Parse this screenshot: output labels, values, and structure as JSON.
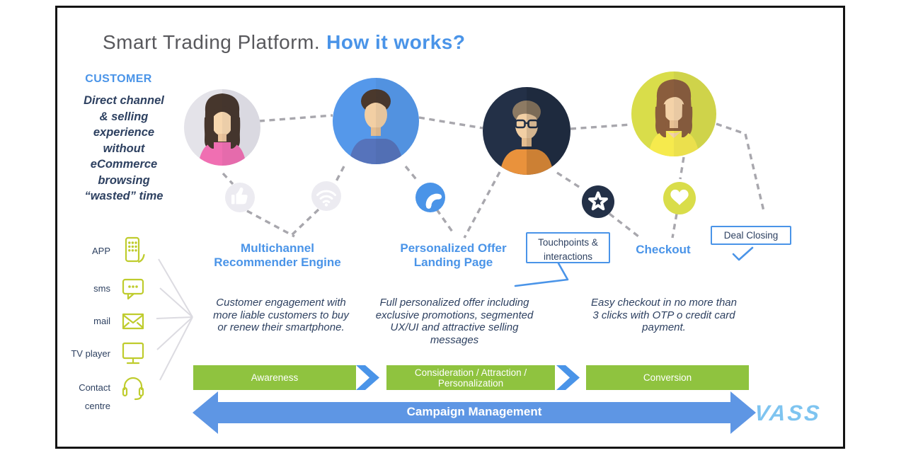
{
  "title": {
    "main": "Smart Trading Platform.",
    "accent": "How it works?"
  },
  "customer": {
    "heading": "CUSTOMER",
    "description_lines": [
      "Direct channel",
      "& selling",
      "experience",
      "without",
      "eCommerce",
      "browsing",
      "“wasted” time"
    ]
  },
  "channels": [
    {
      "label_lines": [
        "APP"
      ],
      "icon": "app-phone-icon"
    },
    {
      "label_lines": [
        "sms"
      ],
      "icon": "sms-bubble-icon"
    },
    {
      "label_lines": [
        "mail"
      ],
      "icon": "mail-envelope-icon"
    },
    {
      "label_lines": [
        "TV player"
      ],
      "icon": "tv-screen-icon"
    },
    {
      "label_lines": [
        "Contact",
        "centre"
      ],
      "icon": "headset-icon"
    }
  ],
  "steps": [
    {
      "title_lines": [
        "Multichannel",
        "Recommender Engine"
      ],
      "description_lines": [
        "Customer engagement with",
        "more liable customers to buy",
        "or renew their smartphone.",
        ""
      ]
    },
    {
      "title_lines": [
        "Personalized Offer",
        "Landing Page"
      ],
      "description_lines": [
        "Full personalized offer including",
        "exclusive promotions, segmented",
        "UX/UI and attractive selling",
        "messages"
      ]
    },
    {
      "title_lines": [
        "Checkout",
        ""
      ],
      "description_lines": [
        "Easy checkout in no more than",
        "3 clicks with OTP o credit card",
        "payment.",
        ""
      ]
    }
  ],
  "callouts": {
    "touchpoints": {
      "lines": [
        "Touchpoints &",
        "interactions"
      ]
    },
    "deal_closing": {
      "lines": [
        "Deal Closing"
      ]
    }
  },
  "funnel_stages": [
    {
      "lines": [
        "Awareness",
        ""
      ]
    },
    {
      "lines": [
        "Consideration / Attraction /",
        "Personalization"
      ]
    },
    {
      "lines": [
        "Conversion",
        ""
      ]
    }
  ],
  "campaign": {
    "label": "Campaign Management"
  },
  "logo": {
    "text": "VASS"
  },
  "avatars": [
    {
      "name": "customer-woman-pink-avatar"
    },
    {
      "name": "customer-man-blue-avatar"
    },
    {
      "name": "customer-man-glasses-avatar"
    },
    {
      "name": "customer-woman-yellow-avatar"
    }
  ],
  "interaction_icons": [
    {
      "name": "thumbs-up-icon"
    },
    {
      "name": "wifi-icon"
    },
    {
      "name": "phone-icon"
    },
    {
      "name": "star-icon"
    },
    {
      "name": "heart-icon"
    }
  ],
  "colors": {
    "accent_blue": "#4a94e8",
    "navy_text": "#2e4161",
    "title_gray": "#58585c",
    "lime_stroke": "#bfcc2d",
    "green_bar": "#8fc33f",
    "arrow_blue": "#5e96e4",
    "logo_blue": "#7ec4f0",
    "avatar_gray_bg": "#e4e3e9",
    "avatar_blue_bg": "#5598ea",
    "avatar_navy_bg": "#233047",
    "avatar_lime_bg": "#d9dd4a",
    "icon_circle_gray": "#ecebf1",
    "dashed_line_gray": "#a8a7ad"
  }
}
